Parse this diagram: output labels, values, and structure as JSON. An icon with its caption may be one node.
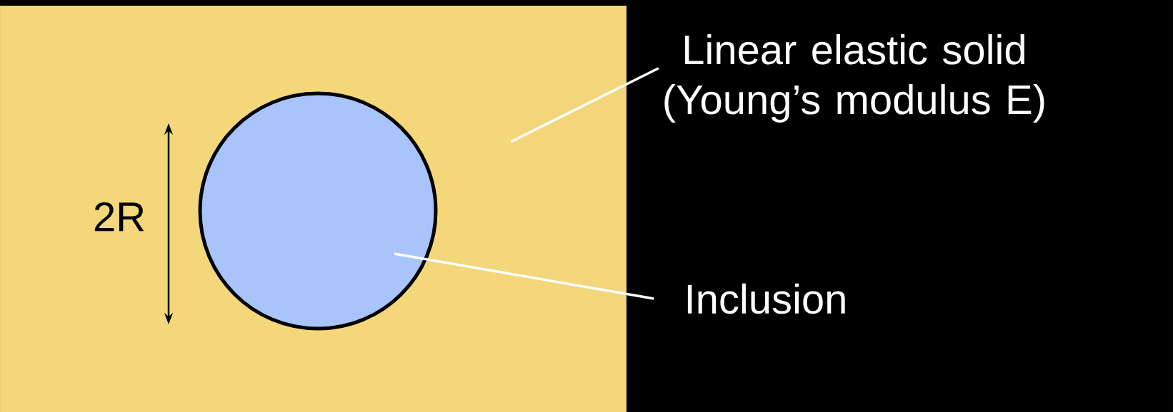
{
  "diagram": {
    "nodes": [
      {
        "text": [],
        "shape": "box"
      },
      {
        "text": [],
        "shape": "circle",
        "in": 0
      },
      {
        "text": [
          "Linear elastic solid (Young’s modulus E)"
        ]
      },
      {
        "text": [
          "Inclusion"
        ]
      }
    ],
    "edges": [
      {
        "from": 2,
        "to": 0,
        "arrow": "none"
      },
      {
        "from": 3,
        "to": 1,
        "arrow": "none"
      }
    ],
    "labels": [
      "2R"
    ]
  }
}
